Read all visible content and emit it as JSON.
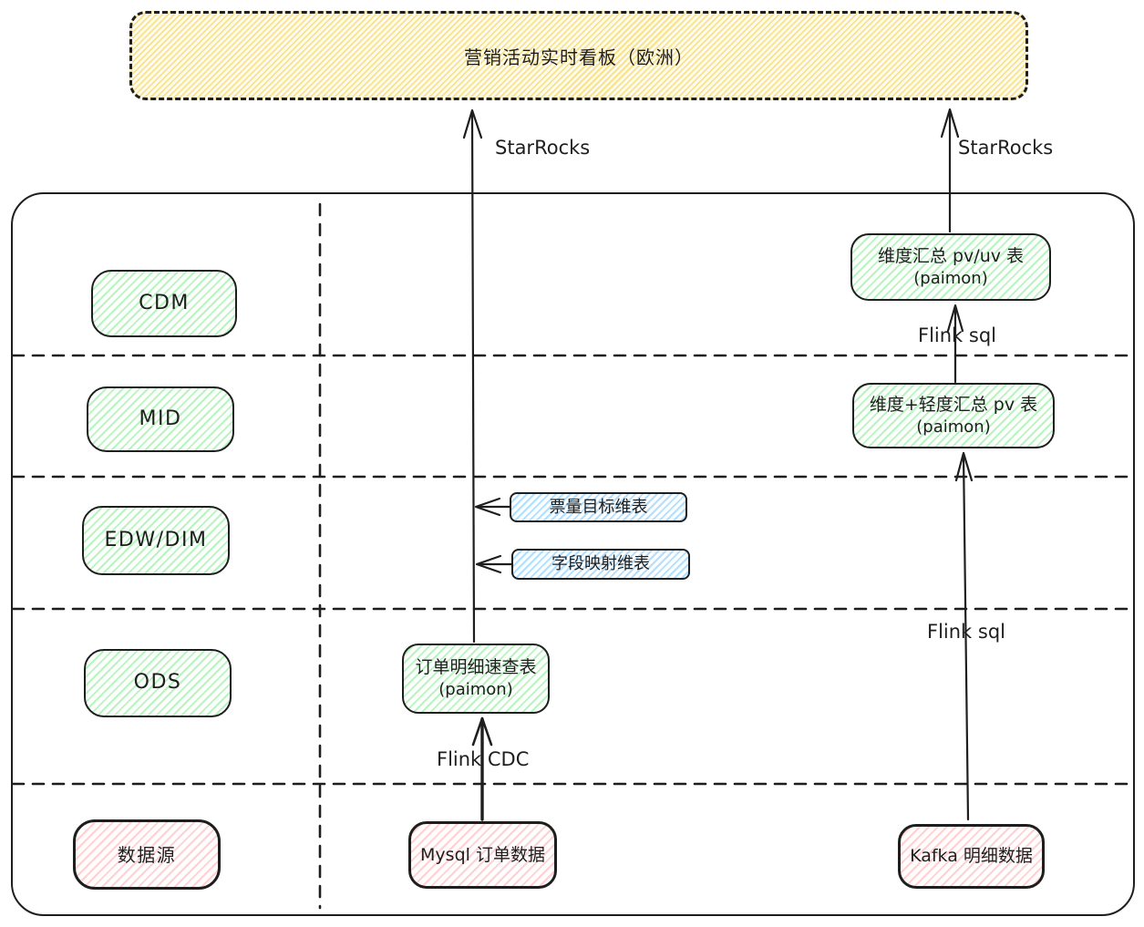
{
  "dashboard": {
    "label": "营销活动实时看板（欧洲）"
  },
  "layers": [
    {
      "label": "CDM"
    },
    {
      "label": "MID"
    },
    {
      "label": "EDW/DIM"
    },
    {
      "label": "ODS"
    },
    {
      "label": "数据源"
    }
  ],
  "nodes": {
    "order_detail": {
      "title": "订单明细速查表",
      "subtitle": "(paimon)"
    },
    "mysql_orders": {
      "label": "Mysql 订单数据"
    },
    "kafka_detail": {
      "label": "Kafka 明细数据"
    },
    "dim_pv_uv": {
      "title": "维度汇总 pv/uv 表",
      "subtitle": "(paimon)"
    },
    "dim_light_pv": {
      "title": "维度+轻度汇总 pv 表",
      "subtitle": "(paimon)"
    },
    "ticket_target_dim": {
      "label": "票量目标维表"
    },
    "field_mapping_dim": {
      "label": "字段映射维表"
    }
  },
  "edges": [
    {
      "from": "mysql_orders",
      "to": "order_detail",
      "label": "Flink CDC"
    },
    {
      "from": "order_detail",
      "to": "dashboard",
      "label": "StarRocks"
    },
    {
      "from": "kafka_detail",
      "to": "dim_light_pv",
      "label": "Flink sql"
    },
    {
      "from": "dim_light_pv",
      "to": "dim_pv_uv",
      "label": "Flink sql"
    },
    {
      "from": "dim_pv_uv",
      "to": "dashboard",
      "label": "StarRocks"
    },
    {
      "from": "ticket_target_dim",
      "to": "order_detail_to_dashboard_pipe",
      "label": ""
    },
    {
      "from": "field_mapping_dim",
      "to": "order_detail_to_dashboard_pipe",
      "label": ""
    }
  ],
  "colors": {
    "stroke": "#1e1e1e",
    "yellow_hatch": "#ffec99",
    "green_hatch": "#b2f2bb",
    "red_hatch": "#ffc9c9",
    "blue_hatch": "#a5d8ff"
  }
}
